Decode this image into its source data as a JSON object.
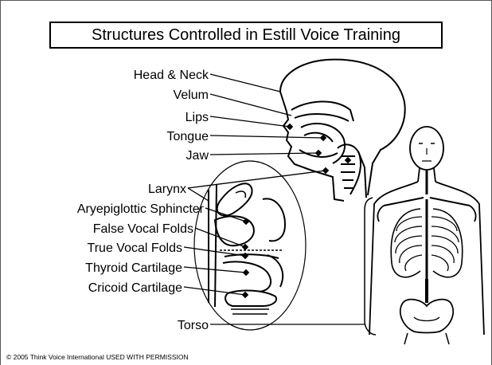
{
  "title": "Structures Controlled in Estill Voice Training",
  "labels": {
    "head_neck": "Head & Neck",
    "velum": "Velum",
    "lips": "Lips",
    "tongue": "Tongue",
    "jaw": "Jaw",
    "larynx": "Larynx",
    "aryepiglottic": "Aryepiglottic Sphincter",
    "false_folds": "False Vocal Folds",
    "true_folds": "True Vocal Folds",
    "thyroid": "Thyroid Cartilage",
    "cricoid": "Cricoid Cartilage",
    "torso": "Torso"
  },
  "copyright": "© 2005 Think Voice International  USED WITH PERMISSION",
  "colors": {
    "ink": "#000000",
    "background": "#ffffff",
    "frame": "#555555"
  }
}
